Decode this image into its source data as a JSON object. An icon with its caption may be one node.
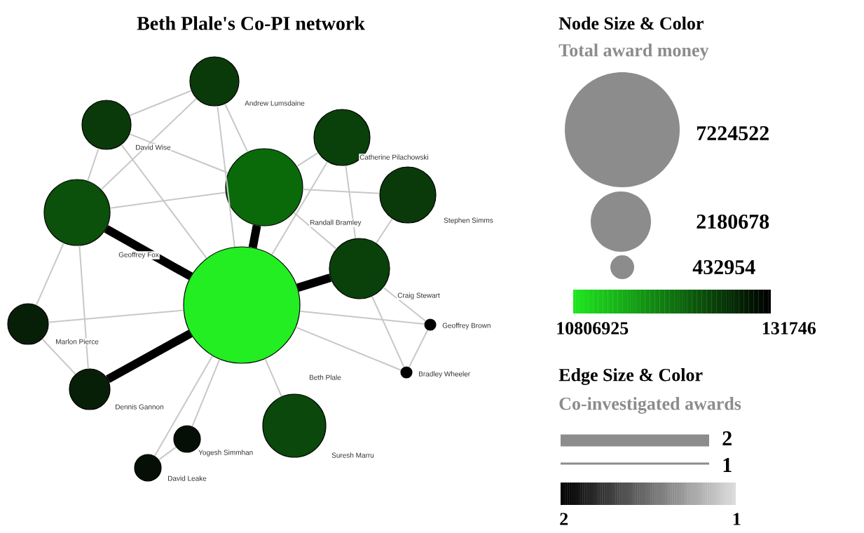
{
  "diagram": {
    "title": "Beth Plale's Co-PI network",
    "nodes": [
      {
        "text": [],
        "shape": "circle",
        "beside": [
          "Beth Plale"
        ]
      },
      {
        "text": [],
        "shape": "circle",
        "beside": [
          "Andrew Lumsdaine"
        ]
      },
      {
        "text": [],
        "shape": "circle",
        "beside": [
          "David Wise"
        ]
      },
      {
        "text": [],
        "shape": "circle",
        "beside": [
          "Catherine Pilachowski"
        ]
      },
      {
        "text": [],
        "shape": "circle",
        "beside": [
          "Randall Bramley"
        ]
      },
      {
        "text": [],
        "shape": "circle",
        "beside": [
          "Stephen Simms"
        ]
      },
      {
        "text": [],
        "shape": "circle",
        "beside": [
          "Geoffrey Fox"
        ]
      },
      {
        "text": [],
        "shape": "circle",
        "beside": [
          "Craig Stewart"
        ]
      },
      {
        "text": [],
        "shape": "circle",
        "beside": [
          "Geoffrey Brown"
        ]
      },
      {
        "text": [],
        "shape": "circle",
        "beside": [
          "Marlon Pierce"
        ]
      },
      {
        "text": [],
        "shape": "circle",
        "beside": [
          "Bradley Wheeler"
        ]
      },
      {
        "text": [],
        "shape": "circle",
        "beside": [
          "Dennis Gannon"
        ]
      },
      {
        "text": [],
        "shape": "circle",
        "beside": [
          "Yogesh Simmhan"
        ]
      },
      {
        "text": [],
        "shape": "circle",
        "beside": [
          "Suresh Marru"
        ]
      },
      {
        "text": [],
        "shape": "circle",
        "beside": [
          "David Leake"
        ]
      }
    ],
    "edges": [
      {
        "from": 2,
        "to": 1,
        "arrow": "none"
      },
      {
        "from": 2,
        "to": 6,
        "arrow": "none"
      },
      {
        "from": 2,
        "to": 4,
        "arrow": "none"
      },
      {
        "from": 2,
        "to": 0,
        "arrow": "none"
      },
      {
        "from": 1,
        "to": 6,
        "arrow": "none"
      },
      {
        "from": 1,
        "to": 4,
        "arrow": "none"
      },
      {
        "from": 1,
        "to": 0,
        "arrow": "none"
      },
      {
        "from": 6,
        "to": 4,
        "arrow": "none"
      },
      {
        "from": 6,
        "to": 9,
        "arrow": "none"
      },
      {
        "from": 6,
        "to": 11,
        "arrow": "none"
      },
      {
        "from": 3,
        "to": 4,
        "arrow": "none"
      },
      {
        "from": 3,
        "to": 0,
        "arrow": "none"
      },
      {
        "from": 3,
        "to": 7,
        "arrow": "none"
      },
      {
        "from": 4,
        "to": 5,
        "arrow": "none"
      },
      {
        "from": 4,
        "to": 7,
        "arrow": "none"
      },
      {
        "from": 5,
        "to": 7,
        "arrow": "none"
      },
      {
        "from": 7,
        "to": 8,
        "arrow": "none"
      },
      {
        "from": 7,
        "to": 10,
        "arrow": "none"
      },
      {
        "from": 0,
        "to": 8,
        "arrow": "none"
      },
      {
        "from": 0,
        "to": 10,
        "arrow": "none"
      },
      {
        "from": 8,
        "to": 10,
        "arrow": "none"
      },
      {
        "from": 9,
        "to": 0,
        "arrow": "none"
      },
      {
        "from": 9,
        "to": 11,
        "arrow": "none"
      },
      {
        "from": 0,
        "to": 12,
        "arrow": "none"
      },
      {
        "from": 0,
        "to": 14,
        "arrow": "none"
      },
      {
        "from": 12,
        "to": 14,
        "arrow": "none"
      },
      {
        "from": 0,
        "to": 13,
        "arrow": "none"
      },
      {
        "from": 0,
        "to": 6,
        "arrow": "none",
        "style": "thick",
        "color": "#000000"
      },
      {
        "from": 0,
        "to": 4,
        "arrow": "none",
        "style": "thick",
        "color": "#000000"
      },
      {
        "from": 0,
        "to": 7,
        "arrow": "none",
        "style": "thick",
        "color": "#000000"
      },
      {
        "from": 0,
        "to": 11,
        "arrow": "none",
        "style": "thick",
        "color": "#000000"
      }
    ],
    "labels": [
      "Node Size & Color",
      "Total award money",
      "10806925",
      "131746",
      "Edge Size & Color",
      "Co-investigated awards",
      "2",
      "1"
    ],
    "legend": [
      {
        "text": "7224522"
      },
      {
        "text": "2180678"
      },
      {
        "text": "432954"
      },
      {
        "text": "2"
      },
      {
        "text": "1"
      }
    ]
  }
}
